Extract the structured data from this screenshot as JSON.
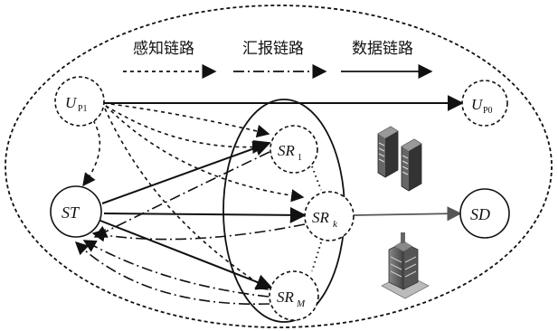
{
  "legend": {
    "sensing": "感知链路",
    "report": "汇报链路",
    "data": "数据链路"
  },
  "nodes": {
    "up1": {
      "main": "U",
      "sub": "P1"
    },
    "up0": {
      "main": "U",
      "sub": "P0"
    },
    "st": {
      "main": "ST"
    },
    "sr1": {
      "main": "SR",
      "sub": "1"
    },
    "srk": {
      "main": "SR",
      "sub": "k"
    },
    "srm": {
      "main": "SR",
      "sub": "M"
    },
    "sd": {
      "main": "SD"
    }
  },
  "icons": [
    "server-rack-icon",
    "building-icon"
  ]
}
